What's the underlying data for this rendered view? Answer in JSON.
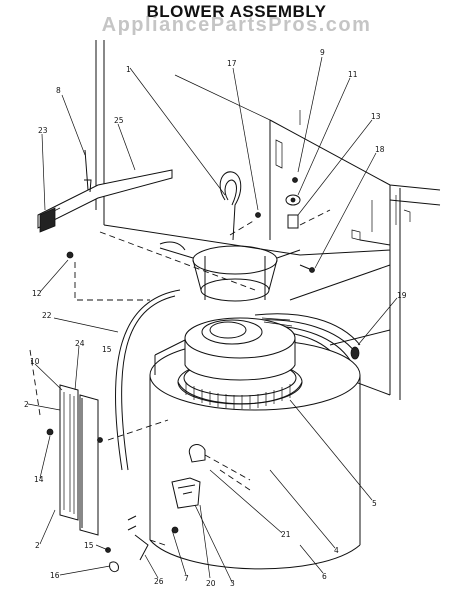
{
  "title": "BLOWER ASSEMBLY",
  "watermark": "AppliancePartsPros.com",
  "callouts": [
    "1",
    "2",
    "2",
    "3",
    "4",
    "5",
    "6",
    "7",
    "8",
    "9",
    "10",
    "11",
    "12",
    "13",
    "14",
    "15",
    "15",
    "16",
    "17",
    "18",
    "19",
    "20",
    "21",
    "22",
    "23",
    "24",
    "25",
    "26"
  ]
}
